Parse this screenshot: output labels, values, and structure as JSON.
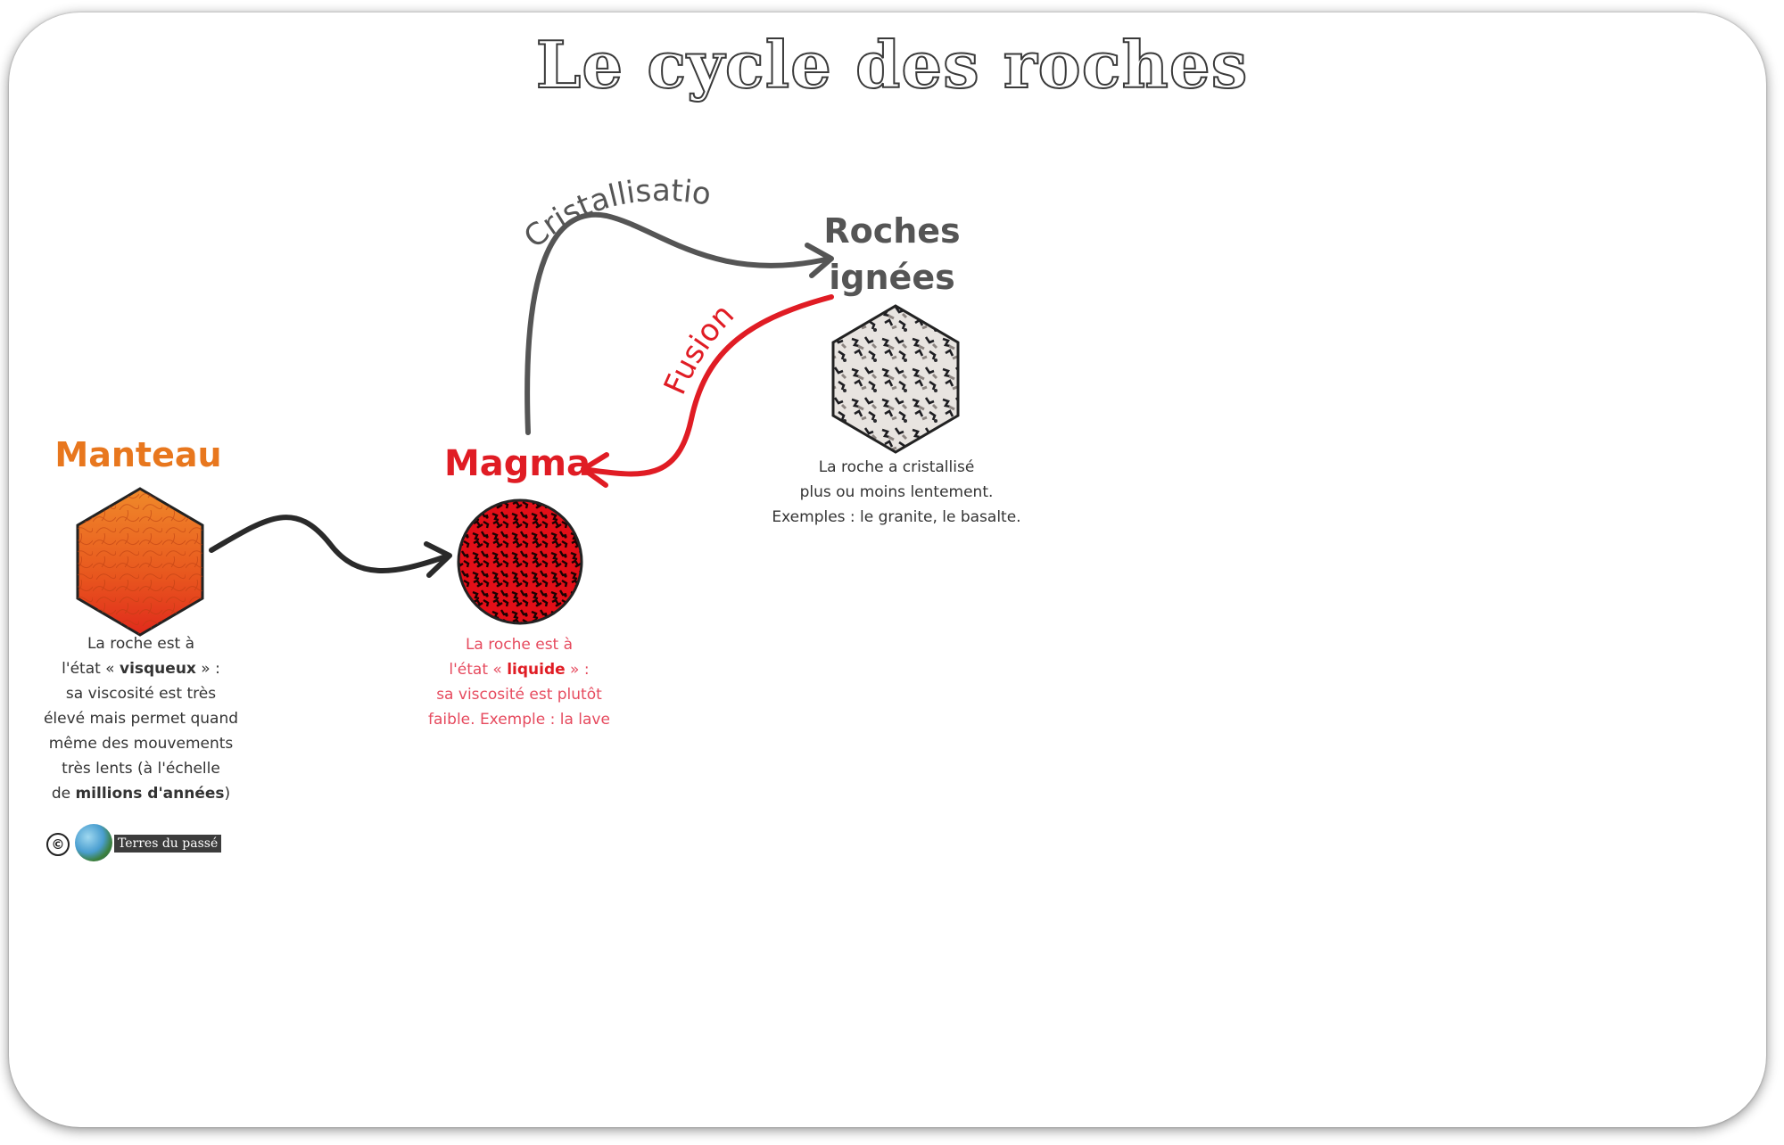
{
  "title": "Le cycle des roches",
  "colors": {
    "manteau": "#e8771e",
    "magma": "#e01c24",
    "roches_ignees": "#555555",
    "arrow_dark": "#2a2a2a",
    "arrow_grey": "#555555",
    "arrow_red": "#e01c24"
  },
  "nodes": {
    "manteau": {
      "label": "Manteau",
      "desc": {
        "l1": "La roche est à",
        "l2a": "l'état « ",
        "l2b": "visqueux",
        "l2c": " » :",
        "l3": "sa viscosité est très",
        "l4": "élevé mais permet quand",
        "l5": "même des mouvements",
        "l6": "très lents (à l'échelle",
        "l7a": "de ",
        "l7b": "millions d'années",
        "l7c": ")"
      }
    },
    "magma": {
      "label": "Magma",
      "desc": {
        "l1": "La roche est à",
        "l2a": "l'état « ",
        "l2b": "liquide",
        "l2c": " » :",
        "l3": "sa viscosité est plutôt",
        "l4": "faible. Exemple : la lave"
      }
    },
    "roches_ignees": {
      "label_l1": "Roches",
      "label_l2": "ignées",
      "desc": {
        "l1": "La roche a cristallisé",
        "l2": "plus ou moins lentement.",
        "l3": "Exemples : le granite, le basalte."
      }
    }
  },
  "arrows": {
    "cristallisation": "Cristallisation",
    "fusion": "Fusion"
  },
  "copyright": {
    "symbol": "©",
    "brand": "Terres du passé"
  }
}
